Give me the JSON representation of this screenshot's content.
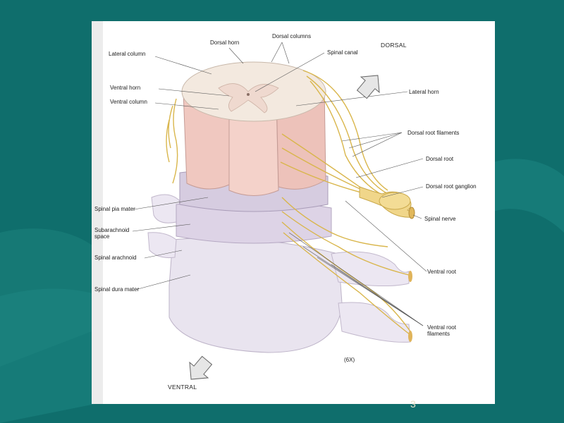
{
  "slide": {
    "background_color": "#0f6e6c",
    "page_number": "3"
  },
  "figure": {
    "labels": {
      "dorsal_horn": "Dorsal horn",
      "dorsal_columns": "Dorsal columns",
      "spinal_canal": "Spinal canal",
      "dorsal": "DORSAL",
      "lateral_column": "Lateral column",
      "ventral_horn": "Ventral horn",
      "ventral_column": "Ventral column",
      "lateral_horn": "Lateral horn",
      "dorsal_root_filaments": "Dorsal root filaments",
      "dorsal_root": "Dorsal root",
      "dorsal_root_ganglion": "Dorsal root ganglion",
      "spinal_pia_mater": "Spinal pia mater",
      "subarachnoid_space_1": "Subarachnoid",
      "subarachnoid_space_2": "space",
      "spinal_nerve": "Spinal nerve",
      "spinal_arachnoid": "Spinal arachnoid",
      "ventral_root": "Ventral root",
      "spinal_dura_mater": "Spinal dura mater",
      "ventral_root_filaments_1": "Ventral root",
      "ventral_root_filaments_2": "filaments",
      "magnification": "(6X)",
      "ventral": "VENTRAL"
    },
    "colors": {
      "white_matter": "#f2e6dc",
      "column_pink": "#efc8c0",
      "membrane": "#e4dcec",
      "nerve": "#f0d68a"
    }
  }
}
